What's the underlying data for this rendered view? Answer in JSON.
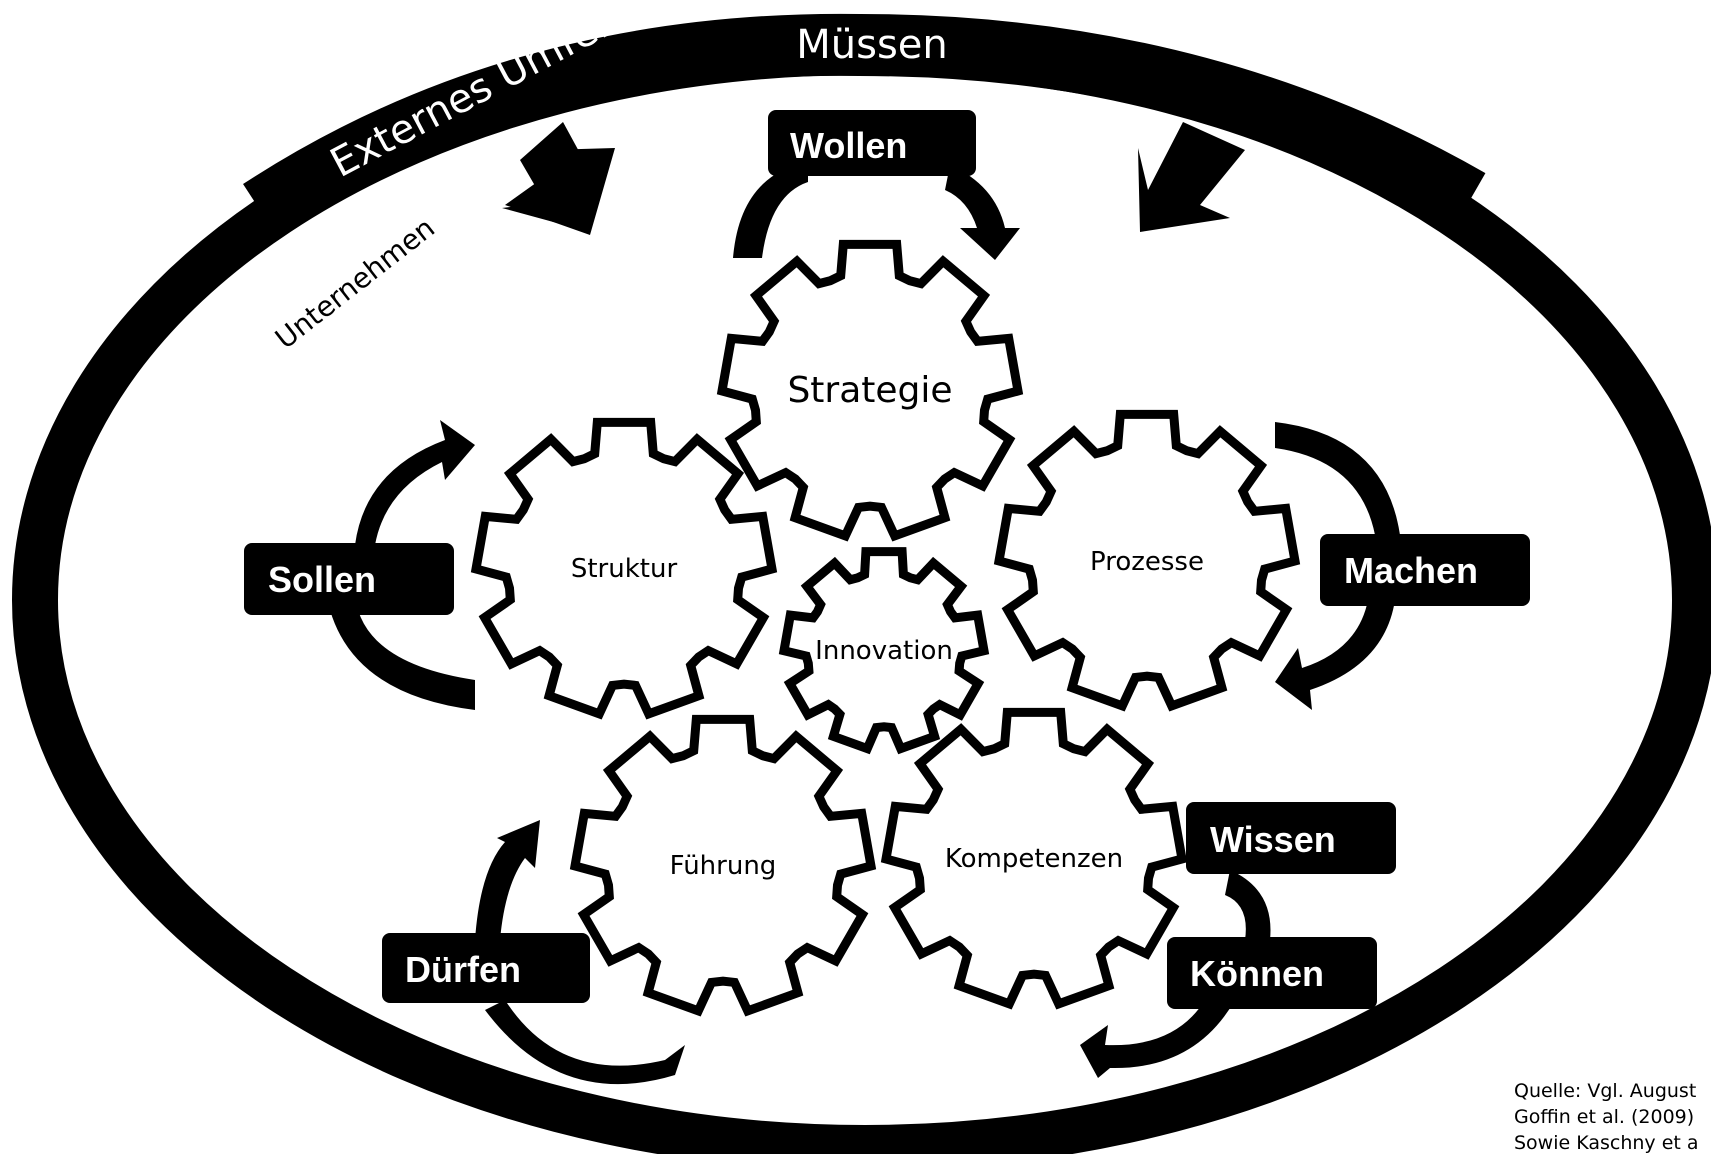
{
  "outer": {
    "top_label": "Müssen",
    "arc_label": "Externes Umfeld",
    "inner_label": "Unternehmen"
  },
  "gears": {
    "strategie": "Strategie",
    "struktur": "Struktur",
    "prozesse": "Prozesse",
    "innovation": "Innovation",
    "fuehrung": "Führung",
    "kompetenzen": "Kompetenzen"
  },
  "labels": {
    "wollen": "Wollen",
    "sollen": "Sollen",
    "machen": "Machen",
    "duerfen": "Dürfen",
    "wissen": "Wissen",
    "koennen": "Können"
  },
  "source": {
    "line1": "Quelle: Vgl. August",
    "line2": "Goffin et al. (2009)",
    "line3": "Sowie Kaschny et a"
  }
}
